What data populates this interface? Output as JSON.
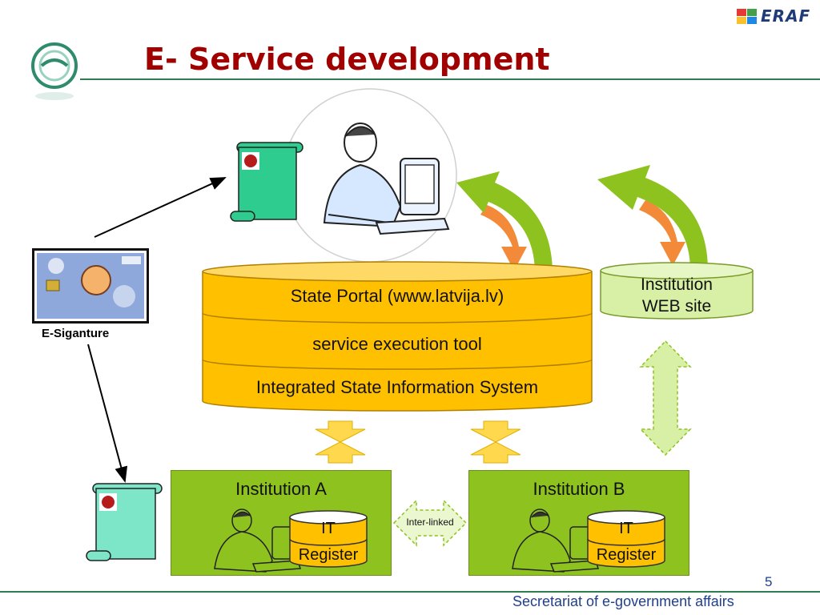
{
  "slide": {
    "title": "E- Service development",
    "brand": "ERAF",
    "page_number": "5",
    "footer": "Secretariat of e-government affairs"
  },
  "diagram": {
    "portal_stack": {
      "top": "State Portal (www.latvija.lv)",
      "middle": "service execution tool",
      "bottom": "Integrated State Information System"
    },
    "institution_web": {
      "line1": "Institution",
      "line2": "WEB site"
    },
    "institution_a": {
      "title": "Institution A",
      "it_line1": "IT",
      "it_line2": "Register"
    },
    "institution_b": {
      "title": "Institution B",
      "it_line1": "IT",
      "it_line2": "Register"
    },
    "interlink_label": "Inter-linked",
    "e_signature_label": "E-Siganture"
  },
  "colors": {
    "title": "#a00000",
    "layer_yellow": "#ffc000",
    "institution_green": "#8ec21f",
    "web_site_green": "#d8f0a6",
    "footer": "#1f3f8f"
  },
  "icons": [
    "government-logo-icon",
    "eraf-logo-icon",
    "scroll-document-icon",
    "user-at-computer-icon",
    "id-card-icon"
  ]
}
